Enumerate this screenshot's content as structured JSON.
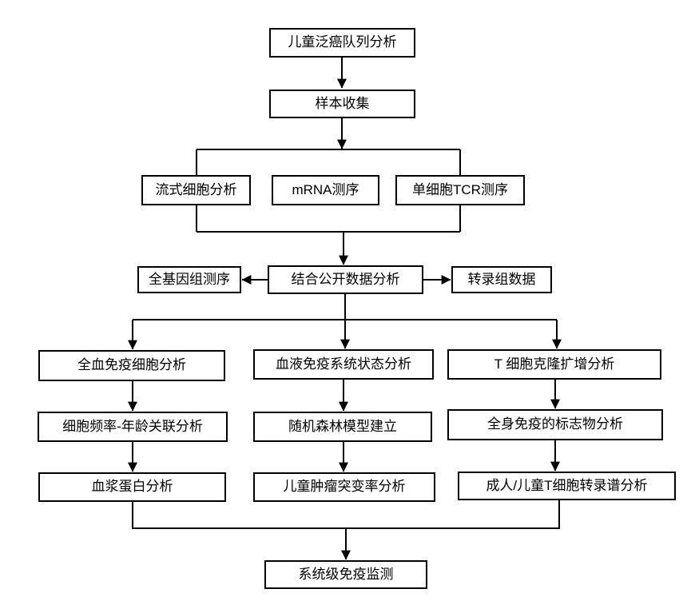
{
  "diagram_type": "flowchart",
  "colors": {
    "background": "#ffffff",
    "line": "#000000",
    "box_border": "#000000",
    "box_fill": "#ffffff",
    "text": "#000000"
  },
  "nodes": {
    "pan_cancer": "儿童泛癌队列分析",
    "sample_collection": "样本收集",
    "flow_cytometry": "流式细胞分析",
    "mrna_seq": "mRNA测序",
    "sc_tcr_seq": "单细胞TCR测序",
    "wgs": "全基因组测序",
    "public_data": "结合公开数据分析",
    "transcriptome_data": "转录组数据",
    "whole_blood": "全血免疫细胞分析",
    "cell_freq_age": "细胞频率-年龄关联分析",
    "plasma_protein": "血浆蛋白分析",
    "blood_immune_status": "血液免疫系统状态分析",
    "random_forest": "随机森林模型建立",
    "tumor_mutation": "儿童肿瘤突变率分析",
    "t_clone": "T 细胞克隆扩增分析",
    "immune_markers": "全身免疫的标志物分析",
    "t_transcriptome": "成人/儿童T细胞转录谱分析",
    "monitoring": "系统级免疫监测"
  },
  "edges": [
    {
      "from": "pan_cancer",
      "to": "sample_collection",
      "type": "arrow"
    },
    {
      "from": "sample_collection",
      "to": "flow_cytometry",
      "type": "branch"
    },
    {
      "from": "sample_collection",
      "to": "mrna_seq",
      "type": "branch"
    },
    {
      "from": "sample_collection",
      "to": "sc_tcr_seq",
      "type": "branch"
    },
    {
      "from": "flow_cytometry",
      "to": "public_data",
      "type": "merge"
    },
    {
      "from": "mrna_seq",
      "to": "public_data",
      "type": "merge"
    },
    {
      "from": "sc_tcr_seq",
      "to": "public_data",
      "type": "merge"
    },
    {
      "from": "public_data",
      "to": "wgs",
      "type": "arrow"
    },
    {
      "from": "public_data",
      "to": "transcriptome_data",
      "type": "arrow"
    },
    {
      "from": "public_data",
      "to": "whole_blood",
      "type": "branch"
    },
    {
      "from": "public_data",
      "to": "blood_immune_status",
      "type": "branch"
    },
    {
      "from": "public_data",
      "to": "t_clone",
      "type": "branch"
    },
    {
      "from": "whole_blood",
      "to": "cell_freq_age",
      "type": "arrow"
    },
    {
      "from": "cell_freq_age",
      "to": "plasma_protein",
      "type": "arrow"
    },
    {
      "from": "blood_immune_status",
      "to": "random_forest",
      "type": "arrow"
    },
    {
      "from": "random_forest",
      "to": "tumor_mutation",
      "type": "arrow"
    },
    {
      "from": "t_clone",
      "to": "immune_markers",
      "type": "arrow"
    },
    {
      "from": "immune_markers",
      "to": "t_transcriptome",
      "type": "arrow"
    },
    {
      "from": "plasma_protein",
      "to": "monitoring",
      "type": "merge"
    },
    {
      "from": "t_transcriptome",
      "to": "monitoring",
      "type": "merge"
    }
  ]
}
